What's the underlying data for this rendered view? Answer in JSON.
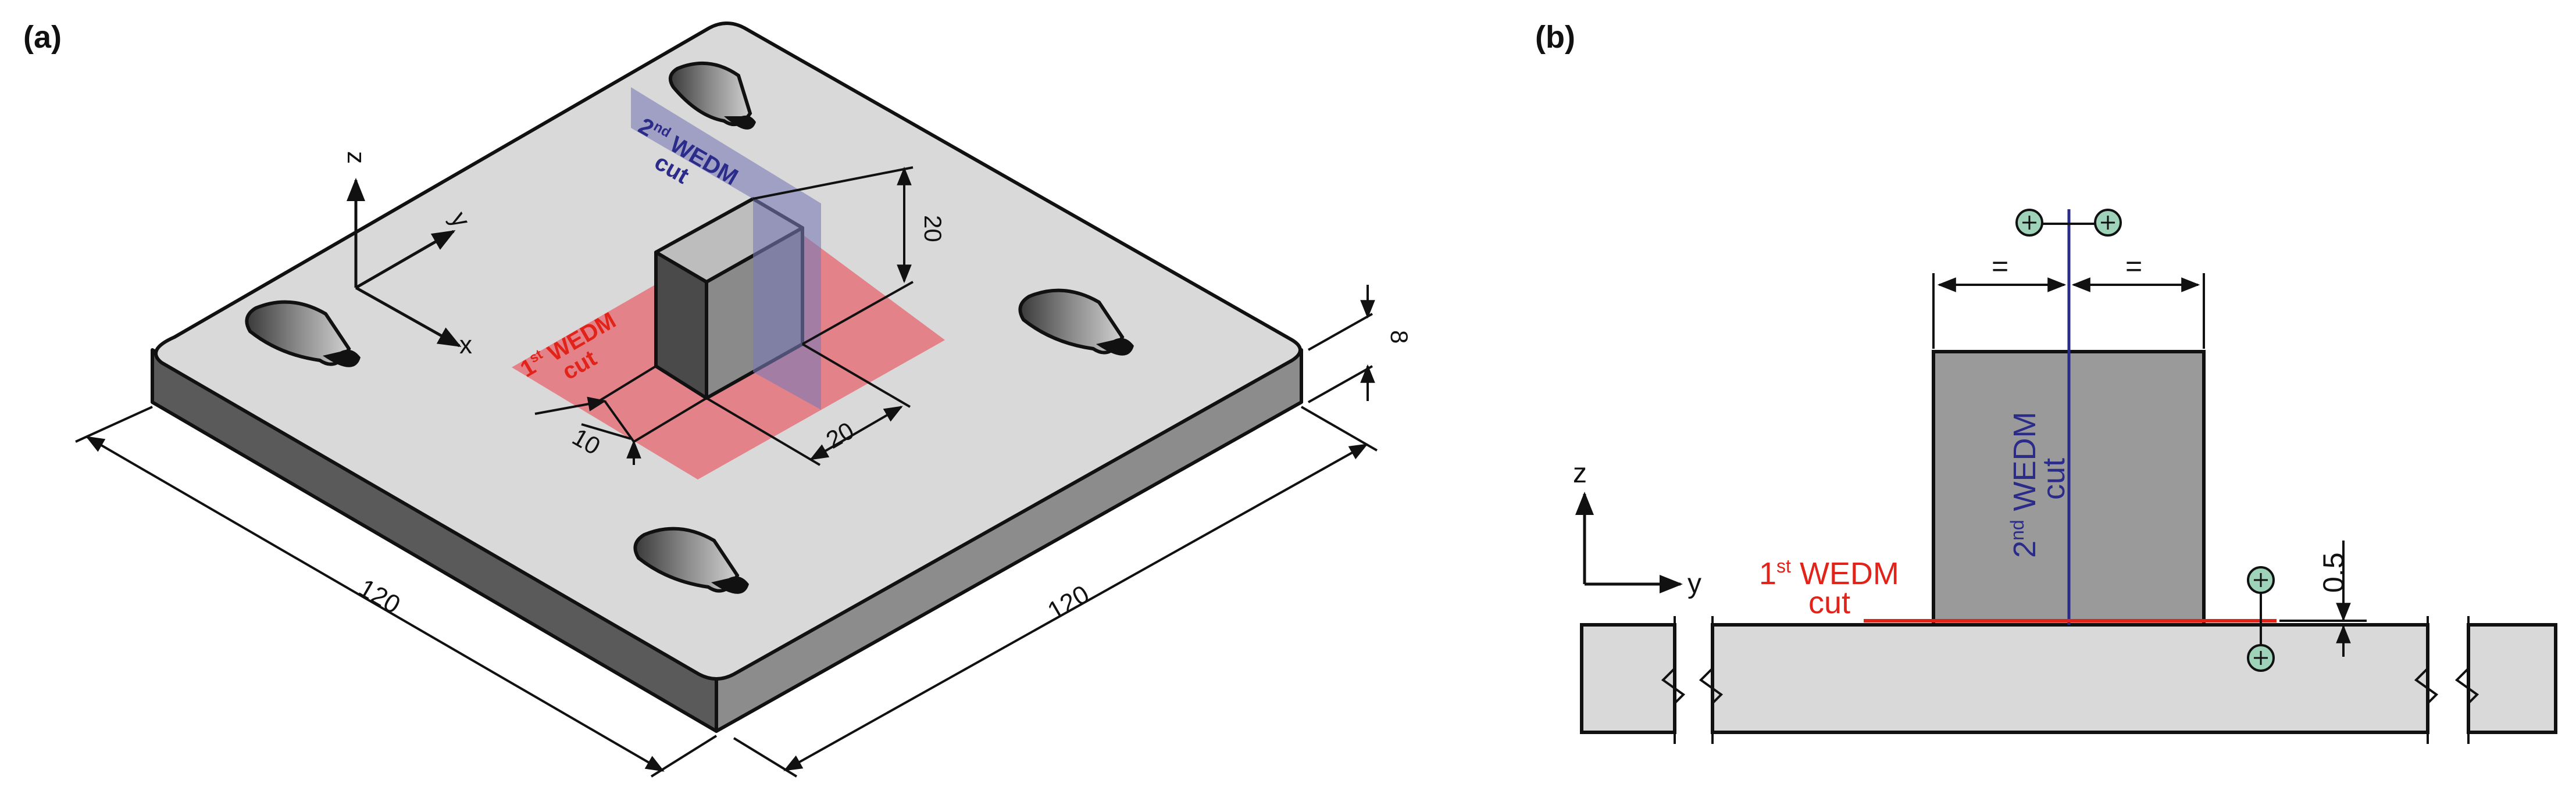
{
  "panel_a": {
    "label": "(a)",
    "axis_x": "x",
    "axis_y": "y",
    "axis_z": "z",
    "cut1_line1": "1",
    "cut1_sup": "st",
    "cut1_word": " WEDM",
    "cut1_line2": "cut",
    "cut2_line1": "2",
    "cut2_sup": "nd",
    "cut2_word": " WEDM",
    "cut2_line2": "cut",
    "dim_plate_length": "120",
    "dim_plate_width": "120",
    "dim_thickness": "8",
    "dim_block_height": "20",
    "dim_block_width": "20",
    "dim_block_depth": "10"
  },
  "panel_b": {
    "label": "(b)",
    "axis_z": "z",
    "axis_y": "y",
    "cut1_line1": "1",
    "cut1_sup": "st",
    "cut1_word": " WEDM",
    "cut1_line2": "cut",
    "cut2_line1": "2",
    "cut2_sup": "nd",
    "cut2_word": " WEDM",
    "cut2_line2": "cut",
    "equal_left": "=",
    "equal_right": "=",
    "dim_offset": "0.5"
  },
  "colors": {
    "first_cut": "#e2231a",
    "second_cut": "#2b2b8a",
    "first_cut_plane": "#e8606a",
    "second_cut_plane": "#7a7ab8",
    "plate_top": "#d9d9d9",
    "plate_side_dark": "#5a5a5a",
    "plate_side_light": "#8c8c8c",
    "block_gray": "#9a9a9a",
    "marker_fill": "#9fd3b9"
  }
}
